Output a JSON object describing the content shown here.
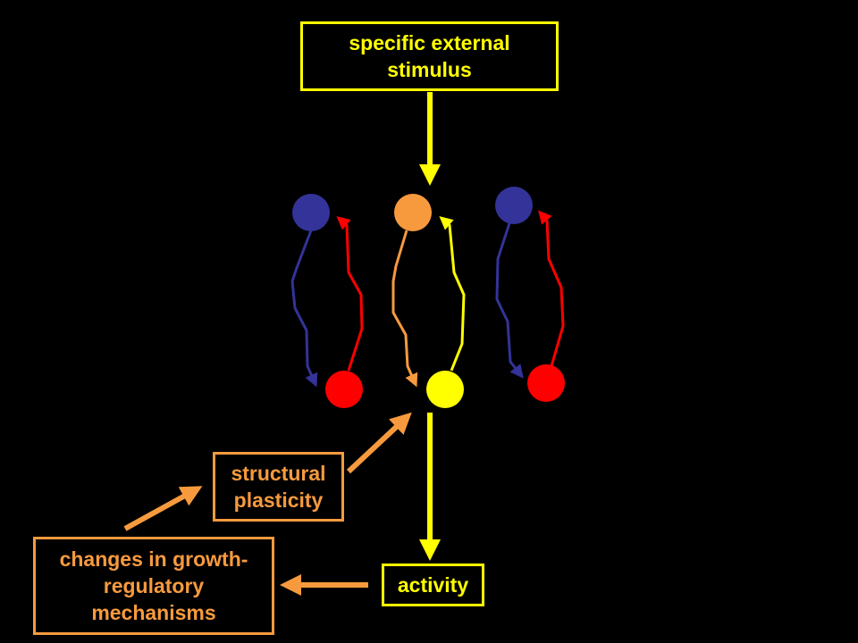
{
  "boxes": {
    "stimulus": "specific external stimulus",
    "structural": "structural plasticity",
    "changes": "changes in growth-regulatory mechanisms",
    "activity": "activity"
  },
  "colors": {
    "yellow": "#ffff00",
    "orange": "#f79a3e",
    "blue": "#333399",
    "red": "#ff0000"
  }
}
